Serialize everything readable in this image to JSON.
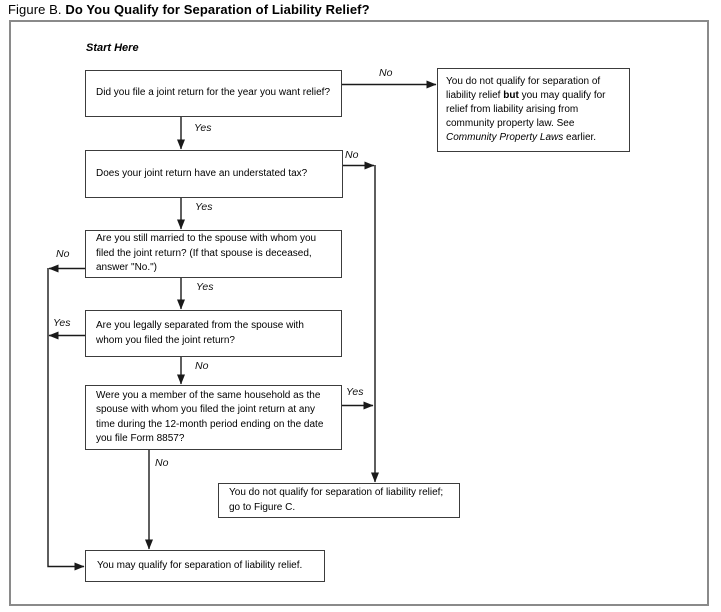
{
  "title": {
    "prefix": "Figure B. ",
    "main": "Do You Qualify for Separation of Liability Relief?"
  },
  "start_label": "Start Here",
  "questions": [
    {
      "text": "Did you file a joint return for the year you want relief?"
    },
    {
      "text": "Does your joint return have an understated tax?"
    },
    {
      "text": "Are you still married to the spouse with whom you filed the joint return? (If that spouse is deceased, answer \"No.\")"
    },
    {
      "text": "Are you legally separated from the spouse with whom you filed the joint return?"
    },
    {
      "text": "Were you a member of the same household as the spouse with whom you filed the joint return at any time during the 12-month period ending on the date you file Form 8857?"
    }
  ],
  "outcomes": {
    "community_property": {
      "seg1": "You do not qualify for separation of liability relief ",
      "seg2_bold": "but",
      "seg3": " you may qualify for relief from liability arising from community property law. See ",
      "seg4_italic": "Community Property Laws",
      "seg5": " earlier."
    },
    "figure_c": "You do not qualify for separation of liability relief; go to Figure C.",
    "may_qualify": "You may qualify for separation of liability relief."
  },
  "edges": {
    "q1_yes": "Yes",
    "q1_no": "No",
    "q2_yes": "Yes",
    "q2_no": "No",
    "q3_yes": "Yes",
    "q3_no": "No",
    "q4_yes": "Yes",
    "q4_no": "No",
    "q5_yes": "Yes",
    "q5_no": "No"
  },
  "colors": {
    "line": "#1a1a1a",
    "box_border": "#3c3c3c",
    "outer_border": "#8a8a8a",
    "text": "#000000",
    "background": "#ffffff"
  }
}
